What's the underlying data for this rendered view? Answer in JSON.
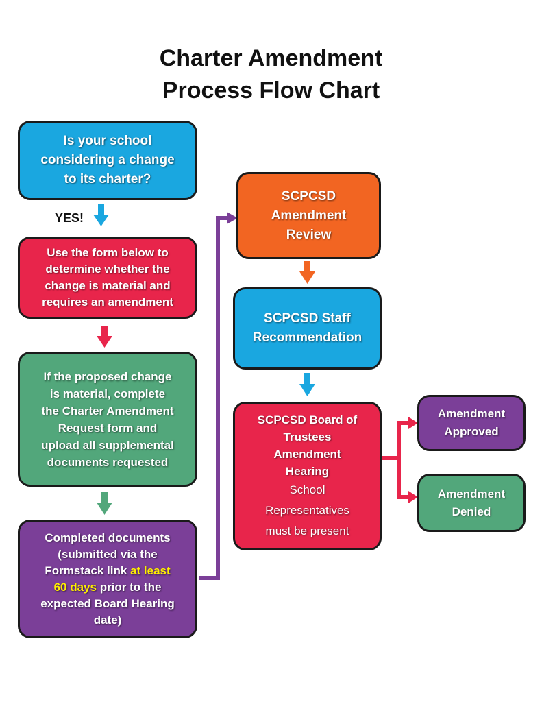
{
  "title": {
    "line1": "Charter Amendment",
    "line2": "Process Flow Chart"
  },
  "yes_label": "YES!",
  "boxes": {
    "considering": {
      "lines": [
        "Is your school",
        "considering a change",
        "to its charter?"
      ],
      "color": "#1aa7e0"
    },
    "use_form": {
      "lines": [
        "Use the form below to",
        "determine whether the",
        "change is material and",
        "requires an amendment"
      ],
      "color": "#e8254b"
    },
    "if_material": {
      "lines": [
        "If the proposed change",
        "is material, complete",
        "the Charter Amendment",
        "Request form and",
        "upload all supplemental",
        "documents requested"
      ],
      "color": "#52a77b"
    },
    "completed": {
      "line1": "Completed documents",
      "line2": "(submitted via the",
      "line3_a": "Formstack link ",
      "line3_b": "at least",
      "line4_a": "60 days",
      "line4_b": " prior to the",
      "line5": "expected Board Hearing",
      "line6": "date)",
      "color": "#7b3f98"
    },
    "review": {
      "lines": [
        "SCPCSD",
        "Amendment",
        "Review"
      ],
      "color": "#f26522"
    },
    "staff": {
      "lines": [
        "SCPCSD Staff",
        "Recommendation"
      ],
      "color": "#1aa7e0"
    },
    "board": {
      "lines": [
        "SCPCSD Board of",
        "Trustees",
        "Amendment",
        "Hearing"
      ],
      "notes": [
        "School",
        "Representatives",
        "must be present"
      ],
      "color": "#e8254b"
    },
    "approved": {
      "lines": [
        "Amendment",
        "Approved"
      ],
      "color": "#7b3f98"
    },
    "denied": {
      "lines": [
        "Amendment",
        "Denied"
      ],
      "color": "#52a77b"
    }
  },
  "arrow_colors": {
    "blue": "#1aa7e0",
    "red": "#e8254b",
    "green": "#52a77b",
    "purple": "#7b3f98",
    "orange": "#f26522"
  }
}
